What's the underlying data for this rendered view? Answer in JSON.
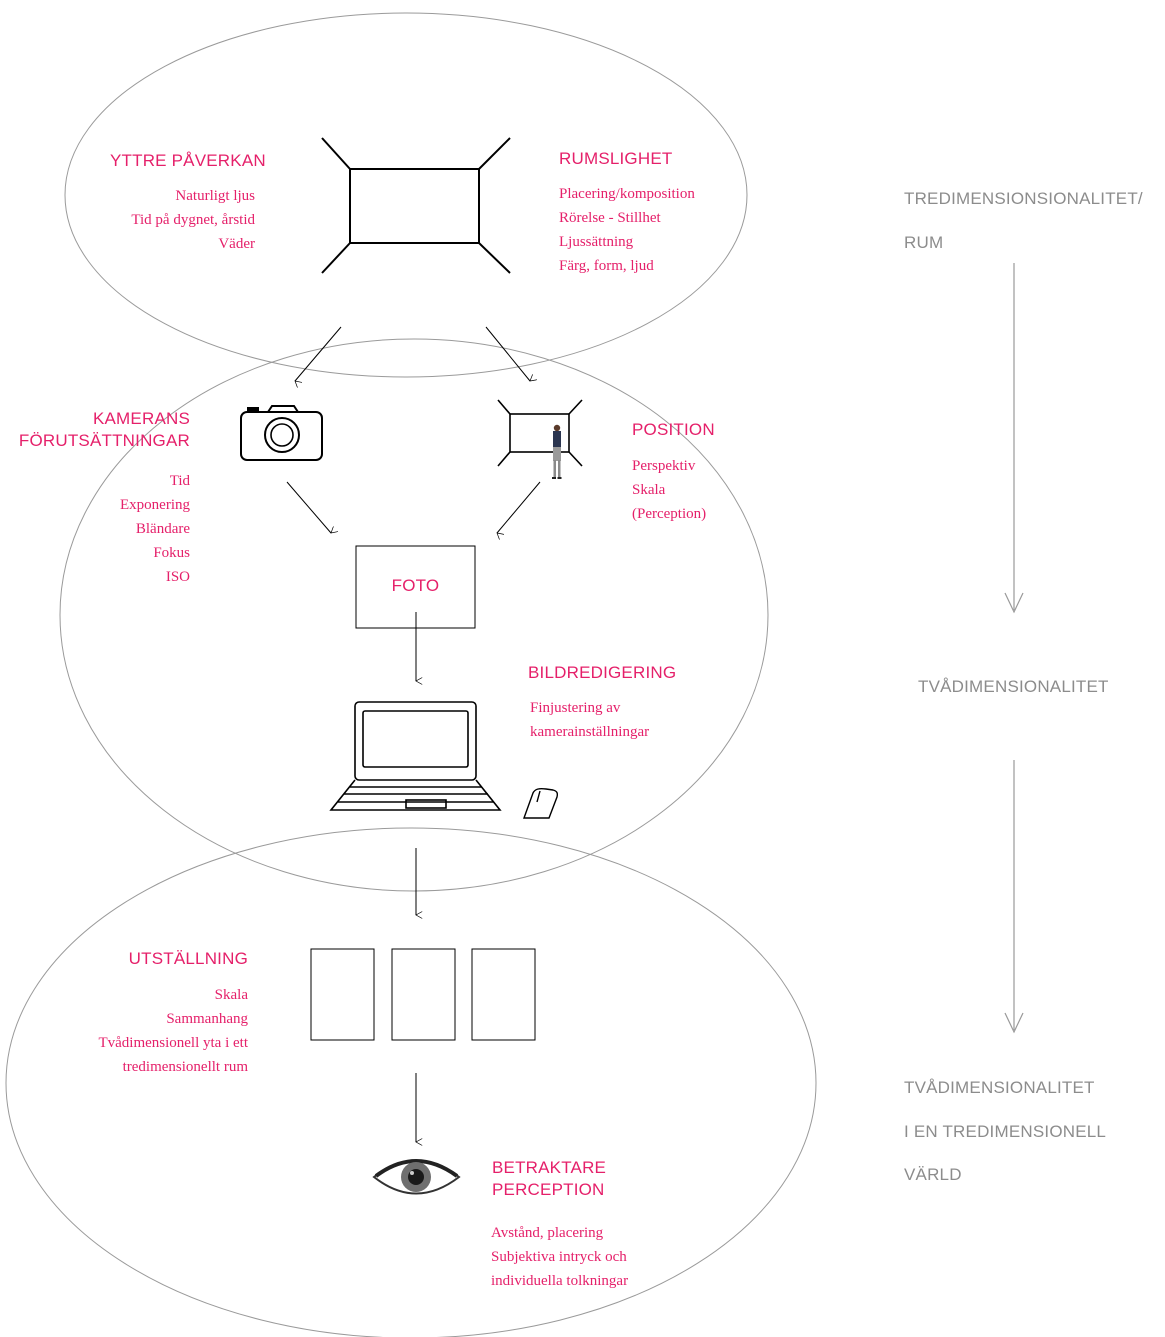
{
  "colors": {
    "accent": "#e5206a",
    "muted": "#8c8c8c",
    "stroke": "#000000",
    "ellipse": "#9a9a9a"
  },
  "yttre": {
    "heading": "YTTRE PÅVERKAN",
    "items": [
      "Naturligt ljus",
      "Tid på dygnet, årstid",
      "Väder"
    ]
  },
  "rumslighet": {
    "heading": "RUMSLIGHET",
    "items": [
      "Placering/komposition",
      "Rörelse - Stillhet",
      "Ljussättning",
      "Färg, form, ljud"
    ]
  },
  "kamera": {
    "heading_line1": "KAMERANS",
    "heading_line2": "FÖRUTSÄTTNINGAR",
    "items": [
      "Tid",
      "Exponering",
      "Bländare",
      "Fokus",
      "ISO"
    ]
  },
  "position": {
    "heading": "POSITION",
    "items": [
      "Perspektiv",
      "Skala",
      "(Perception)"
    ]
  },
  "foto": {
    "label": "FOTO"
  },
  "bildredigering": {
    "heading": "BILDREDIGERING",
    "items": [
      "Finjustering av",
      "kamerainställningar"
    ]
  },
  "utstallning": {
    "heading": "UTSTÄLLNING",
    "items": [
      "Skala",
      "Sammanhang",
      "Tvådimensionell yta i ett",
      "tredimensionellt rum"
    ]
  },
  "betraktare": {
    "heading_line1": "BETRAKTARE",
    "heading_line2": "PERCEPTION",
    "items": [
      "Avstånd, placering",
      "Subjektiva intryck och",
      "individuella tolkningar"
    ]
  },
  "side": {
    "first": [
      "TREDIMENSIONSIONALITET/",
      "RUM"
    ],
    "second": "TVÅDIMENSIONALITET",
    "third": [
      "TVÅDIMENSIONALITET",
      "I EN TREDIMENSIONELL",
      "VÄRLD"
    ]
  }
}
